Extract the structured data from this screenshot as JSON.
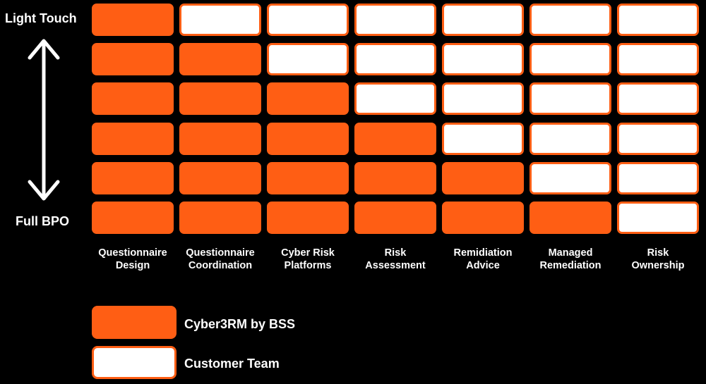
{
  "axis": {
    "top_label": "Light Touch",
    "bottom_label": "Full BPO"
  },
  "columns": [
    "Questionnaire\nDesign",
    "Questionnaire\nCoordination",
    "Cyber Risk\nPlatforms",
    "Risk\nAssessment",
    "Remidiation\nAdvice",
    "Managed\nRemediation",
    "Risk\nOwnership"
  ],
  "rows_bss_count": [
    1,
    2,
    3,
    4,
    5,
    6
  ],
  "colors": {
    "bss": "#ff5e14",
    "customer": "#ffffff",
    "background": "#000000"
  },
  "legend": {
    "bss_label": "Cyber3RM by BSS",
    "customer_label": "Customer Team"
  }
}
